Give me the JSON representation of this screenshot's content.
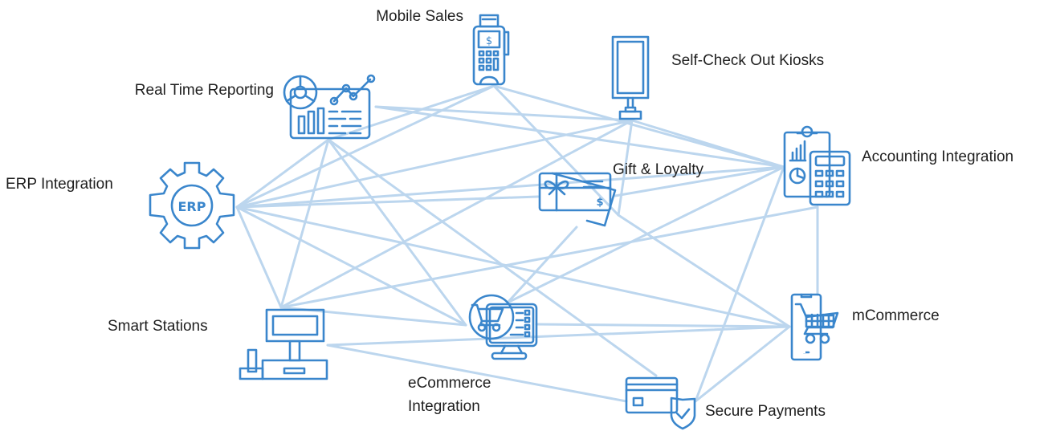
{
  "diagram": {
    "type": "network",
    "colors": {
      "icon": "#3a86cc",
      "edge": "#bcd6ee",
      "text": "#1f1f1f"
    },
    "nodes": [
      {
        "id": "mobile-sales",
        "label": "Mobile Sales",
        "icon": "pos-terminal-icon"
      },
      {
        "id": "self-checkout",
        "label": "Self-Check Out Kiosks",
        "icon": "kiosk-icon"
      },
      {
        "id": "real-time-reporting",
        "label": "Real Time Reporting",
        "icon": "dashboard-report-icon"
      },
      {
        "id": "accounting",
        "label": "Accounting Integration",
        "icon": "clipboard-calculator-icon"
      },
      {
        "id": "erp",
        "label": "ERP Integration",
        "icon": "erp-gear-icon",
        "icon_text": "ERP"
      },
      {
        "id": "gift-loyalty",
        "label": "Gift & Loyalty",
        "icon": "gift-card-icon"
      },
      {
        "id": "smart-stations",
        "label": "Smart Stations",
        "icon": "pos-station-icon"
      },
      {
        "id": "ecommerce",
        "label_line1": "eCommerce",
        "label_line2": "Integration",
        "icon": "cart-monitor-icon"
      },
      {
        "id": "mcommerce",
        "label": "mCommerce",
        "icon": "mobile-cart-icon"
      },
      {
        "id": "secure-payments",
        "label": "Secure Payments",
        "icon": "card-shield-icon"
      }
    ],
    "edges": [
      [
        "real-time-reporting",
        "self-checkout"
      ],
      [
        "real-time-reporting",
        "accounting"
      ],
      [
        "real-time-reporting",
        "mobile-sales"
      ],
      [
        "real-time-reporting",
        "erp"
      ],
      [
        "real-time-reporting",
        "smart-stations"
      ],
      [
        "real-time-reporting",
        "ecommerce"
      ],
      [
        "real-time-reporting",
        "secure-payments"
      ],
      [
        "mobile-sales",
        "erp"
      ],
      [
        "mobile-sales",
        "accounting"
      ],
      [
        "mobile-sales",
        "gift-loyalty"
      ],
      [
        "self-checkout",
        "erp"
      ],
      [
        "self-checkout",
        "accounting"
      ],
      [
        "self-checkout",
        "smart-stations"
      ],
      [
        "self-checkout",
        "gift-loyalty"
      ],
      [
        "erp",
        "accounting"
      ],
      [
        "erp",
        "gift-loyalty"
      ],
      [
        "erp",
        "smart-stations"
      ],
      [
        "erp",
        "ecommerce"
      ],
      [
        "erp",
        "mcommerce"
      ],
      [
        "accounting",
        "smart-stations"
      ],
      [
        "accounting",
        "ecommerce"
      ],
      [
        "accounting",
        "mcommerce"
      ],
      [
        "accounting",
        "secure-payments"
      ],
      [
        "accounting",
        "gift-loyalty"
      ],
      [
        "gift-loyalty",
        "mcommerce"
      ],
      [
        "gift-loyalty",
        "ecommerce"
      ],
      [
        "smart-stations",
        "ecommerce"
      ],
      [
        "smart-stations",
        "mcommerce"
      ],
      [
        "smart-stations",
        "secure-payments"
      ],
      [
        "ecommerce",
        "mcommerce"
      ],
      [
        "mcommerce",
        "secure-payments"
      ]
    ]
  }
}
